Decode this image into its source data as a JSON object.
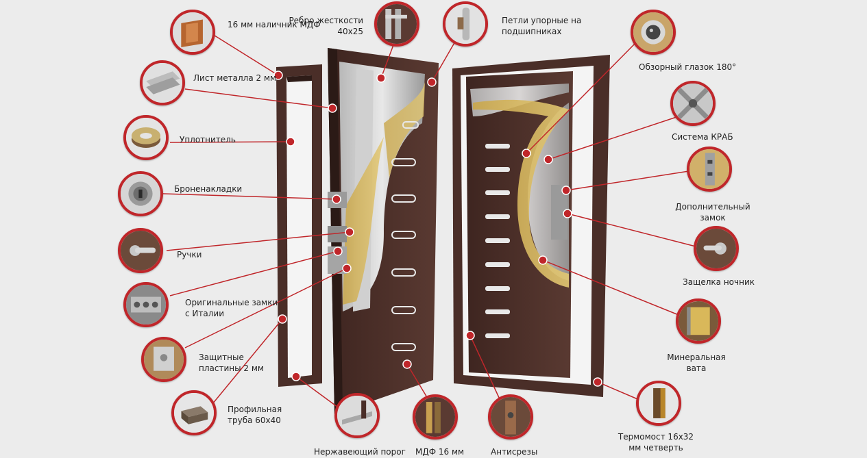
{
  "labels": {
    "mdf_casing": "16 мм наличник МДФ",
    "metal_sheet": "Лист металла 2 мм",
    "seal": "Уплотнитель",
    "armor_pads": "Броненакладки",
    "handles": "Ручки",
    "locks": "Оригинальные замки с Италии",
    "plates": "Защитные пластины 2 мм",
    "profile_pipe": "Профильная труба 60х40",
    "rib": "Ребро жесткости 40х25",
    "hinges": "Петли упорные на подшипниках",
    "peephole": "Обзорный глазок 180°",
    "crab": "Система КРАБ",
    "extra_lock": "Дополнительный замок",
    "night_latch": "Защелка ночник",
    "mineral_wool": "Минеральная вата",
    "thermo": "Термомост 16х32 мм четверть",
    "threshold": "Нержавеющий порог",
    "mdf16": "МДФ 16 мм",
    "anti_cut": "Антисрезы"
  },
  "colors": {
    "accent": "#c0262a",
    "door_brown": "#4a2e28",
    "background": "#ececec"
  }
}
